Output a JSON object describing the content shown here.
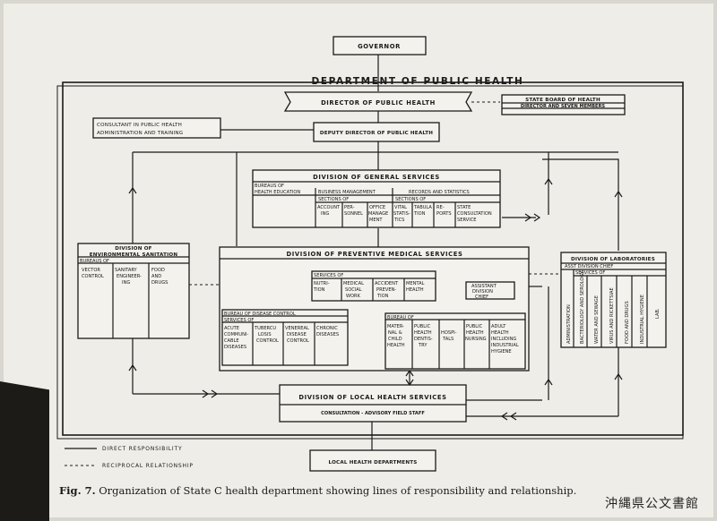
{
  "diagram": {
    "title": "DEPARTMENT OF PUBLIC HEALTH",
    "governor": "GOVERNOR",
    "director": "DIRECTOR OF PUBLIC HEALTH",
    "state_board": {
      "title": "STATE BOARD OF HEALTH",
      "sub": "DIRECTOR AND SEVEN MEMBERS"
    },
    "consultant": {
      "l1": "CONSULTANT IN PUBLIC HEALTH",
      "l2": "ADMINISTRATION AND TRAINING"
    },
    "deputy": "DEPUTY DIRECTOR OF PUBLIC HEALTH",
    "general_services": {
      "title": "DIVISION OF GENERAL SERVICES",
      "bureaus_of": "BUREAUS OF",
      "health_education": "HEALTH EDUCATION",
      "business_management": "BUSINESS MANAGEMENT",
      "records_statistics": "RECORDS AND STATISTICS",
      "sections_of_1": "SECTIONS OF",
      "sections_of_2": "SECTIONS OF",
      "accounting": [
        "ACCOUNT",
        "ING"
      ],
      "personnel": [
        "PER-",
        "SONNEL"
      ],
      "office_management": [
        "OFFICE",
        "MANAGE",
        "MENT"
      ],
      "vital_statistics": [
        "VITAL",
        "STATIS-",
        "TICS"
      ],
      "tabulation": [
        "TABULA",
        "TION"
      ],
      "reports": [
        "RE-",
        "PORTS"
      ],
      "state_consultation": [
        "STATE",
        "CONSULTATION",
        "SERVICE"
      ]
    },
    "environmental": {
      "title_1": "DIVISION OF",
      "title_2": "ENVIRONMENTAL SANITATION",
      "bureaus_of": "BUREAUS OF",
      "vector": [
        "VECTOR",
        "CONTROL"
      ],
      "sanitary": [
        "SANITARY",
        "ENGINEER-",
        "ING"
      ],
      "food": [
        "FOOD",
        "AND",
        "DRUGS"
      ]
    },
    "preventive": {
      "title": "DIVISION OF PREVENTIVE MEDICAL SERVICES",
      "services_of": "SERVICES OF",
      "nutrition": [
        "NUTRI-",
        "TION"
      ],
      "medical_social": [
        "MEDICAL",
        "SOCIAL",
        "WORK"
      ],
      "accident": [
        "ACCIDENT",
        "PREVEN-",
        "TION"
      ],
      "mental": [
        "MENTAL",
        "HEALTH"
      ],
      "assistant": [
        "ASSISTANT",
        "DIVISION",
        "CHIEF"
      ],
      "disease_control": "BUREAU OF DISEASE CONTROL",
      "services_of_2": "SERVICES OF",
      "acute": [
        "ACUTE",
        "COMMUNI-",
        "CABLE",
        "DISEASES"
      ],
      "tuberculosis": [
        "TUBERCU",
        "LOSIS",
        "CONTROL"
      ],
      "venereal": [
        "VENEREAL",
        "DISEASE",
        "CONTROL"
      ],
      "chronic": [
        "CHRONIC",
        "DISEASES"
      ],
      "bureau_of": "BUREAU OF",
      "maternal": [
        "MATER-",
        "NAL &",
        "CHILD",
        "HEALTH"
      ],
      "dentistry": [
        "PUBLIC",
        "HEALTH",
        "DENTIS-",
        "TRY"
      ],
      "hospitals": [
        "HOSPI-",
        "TALS"
      ],
      "nursing": [
        "PUBLIC",
        "HEALTH",
        "NURSING"
      ],
      "adult": [
        "ADULT",
        "HEALTH",
        "INCLUDING",
        "INDUSTRIAL",
        "HYGIENE"
      ]
    },
    "laboratories": {
      "title": "DIVISION OF LABORATORIES",
      "asst": "ASST DIVISION CHIEF",
      "services_of": "SERVICES OF",
      "cols": [
        "ADMINISTRATION",
        "BACTERIOLOGY AND SEROLOGY",
        "WATER AND SEWAGE",
        "VIRUS AND RICKETTSIAE",
        "FOOD AND DRUGS",
        "INDUSTRIAL HYGIENE",
        "LAB."
      ]
    },
    "local_services": {
      "title": "DIVISION OF LOCAL HEALTH SERVICES",
      "sub": "CONSULTATION - ADVISORY FIELD STAFF"
    },
    "local_departments": "LOCAL HEALTH DEPARTMENTS",
    "legend": {
      "direct": "DIRECT RESPONSIBILITY",
      "reciprocal": "RECIPROCAL RELATIONSHIP"
    }
  },
  "caption": {
    "fig": "Fig. 7.",
    "text": "Organization of State C health department showing lines of responsibility and relationship."
  },
  "archive_mark": "沖縄県公文書館"
}
